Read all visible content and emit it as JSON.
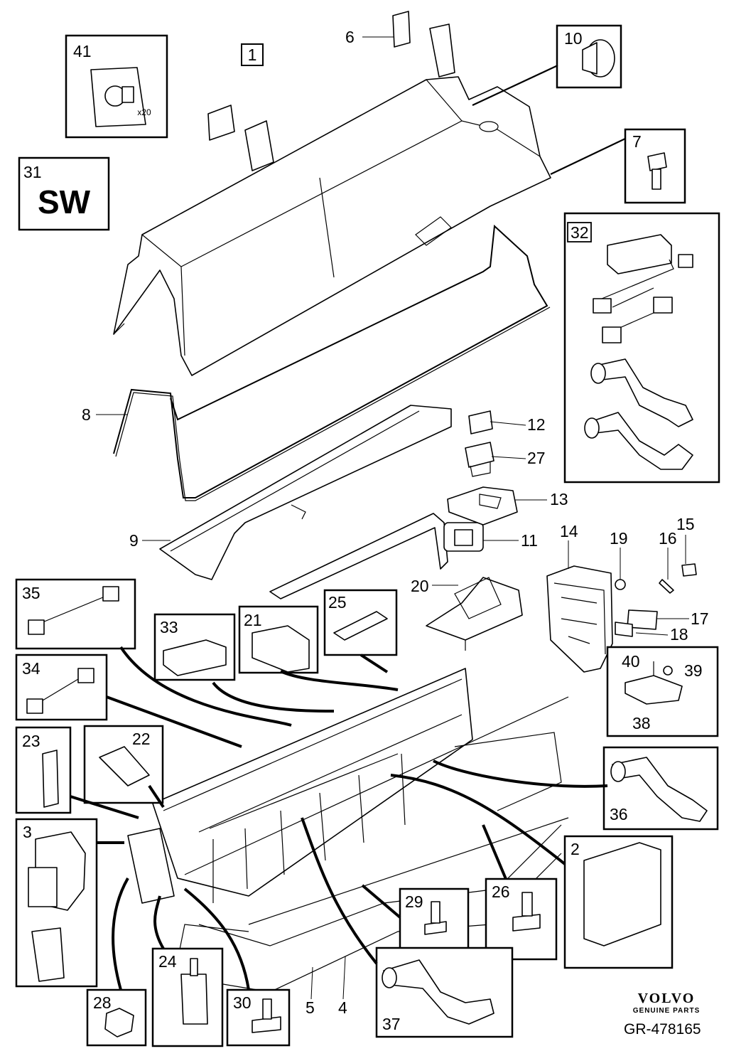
{
  "diagram": {
    "reference": "GR-478165",
    "brand": {
      "name": "VOLVO",
      "tagline": "GENUINE PARTS"
    },
    "callouts": {
      "c1": "1",
      "c2": "2",
      "c3": "3",
      "c4": "4",
      "c5": "5",
      "c6": "6",
      "c7": "7",
      "c8": "8",
      "c9": "9",
      "c10": "10",
      "c11": "11",
      "c12": "12",
      "c13": "13",
      "c14": "14",
      "c15": "15",
      "c16": "16",
      "c17": "17",
      "c18": "18",
      "c19": "19",
      "c20": "20",
      "c21": "21",
      "c22": "22",
      "c23": "23",
      "c24": "24",
      "c25": "25",
      "c26": "26",
      "c27": "27",
      "c28": "28",
      "c29": "29",
      "c30": "30",
      "c31": "31",
      "c32": "32",
      "c33": "33",
      "c34": "34",
      "c35": "35",
      "c36": "36",
      "c37": "37",
      "c38": "38",
      "c39": "39",
      "c40": "40",
      "c41": "41"
    },
    "notes": {
      "sw": "SW",
      "qty": "x20"
    }
  }
}
